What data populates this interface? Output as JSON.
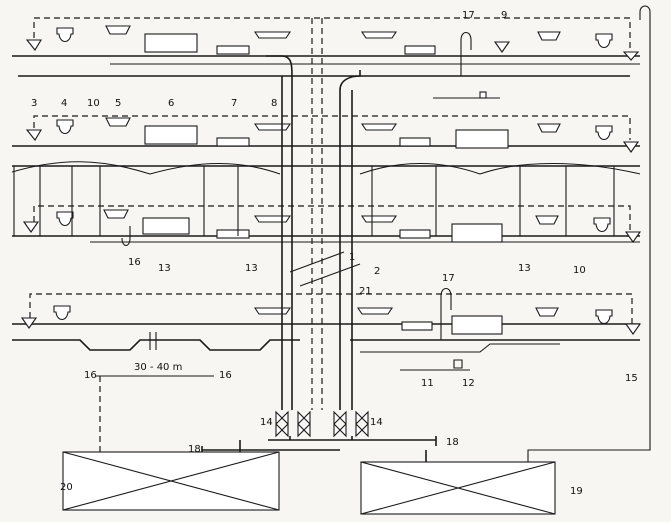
{
  "labels": {
    "n1": "1",
    "n2": "2",
    "n3": "3",
    "n4": "4",
    "n5": "5",
    "n6": "6",
    "n7": "7",
    "n8": "8",
    "n9": "9",
    "n10a": "10",
    "n10b": "10",
    "n11": "11",
    "n12": "12",
    "n13a": "13",
    "n13b": "13",
    "n13c": "13",
    "n14a": "14",
    "n14b": "14",
    "n15": "15",
    "n16a": "16",
    "n16b": "16",
    "n16c": "16",
    "n17a": "17",
    "n17b": "17",
    "n18a": "18",
    "n18b": "18",
    "n19": "19",
    "n20": "20",
    "n21": "21",
    "distance": "30 - 40 m"
  }
}
